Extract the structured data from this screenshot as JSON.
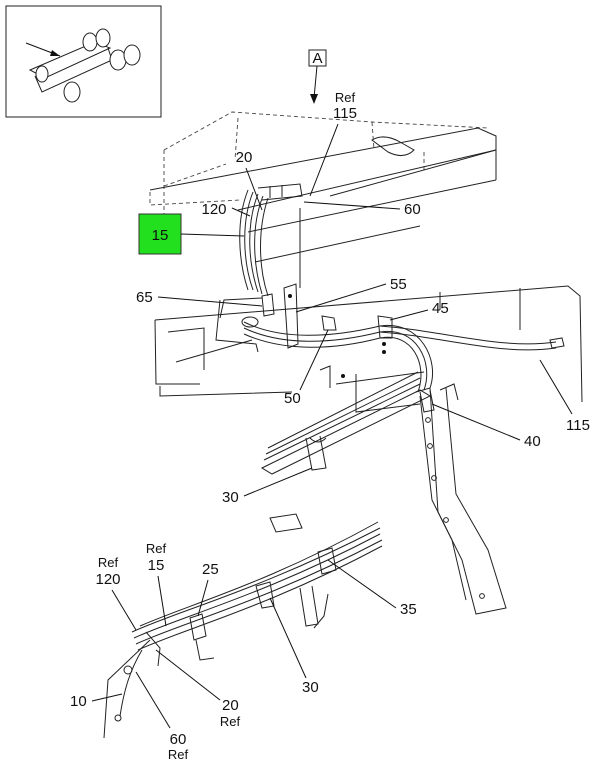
{
  "view_letter": "A",
  "callouts": {
    "ref_115_top_word": "Ref",
    "ref_115_top_num": "115",
    "c20_top": "20",
    "c120": "120",
    "c60_top": "60",
    "c15_highlight": "15",
    "c65": "65",
    "c55": "55",
    "c45": "45",
    "c50": "50",
    "c115": "115",
    "c40": "40",
    "c30_top": "30",
    "ref_120_word": "Ref",
    "ref_120_num": "120",
    "ref_15_word": "Ref",
    "ref_15_num": "15",
    "c25": "25",
    "c35": "35",
    "c30_bottom": "30",
    "c10": "10",
    "c20_bottom": "20",
    "ref_20_word": "Ref",
    "c60_bottom": "60",
    "ref_60_word": "Ref"
  },
  "colors": {
    "highlight": "#22e01e",
    "ink": "#111111"
  }
}
